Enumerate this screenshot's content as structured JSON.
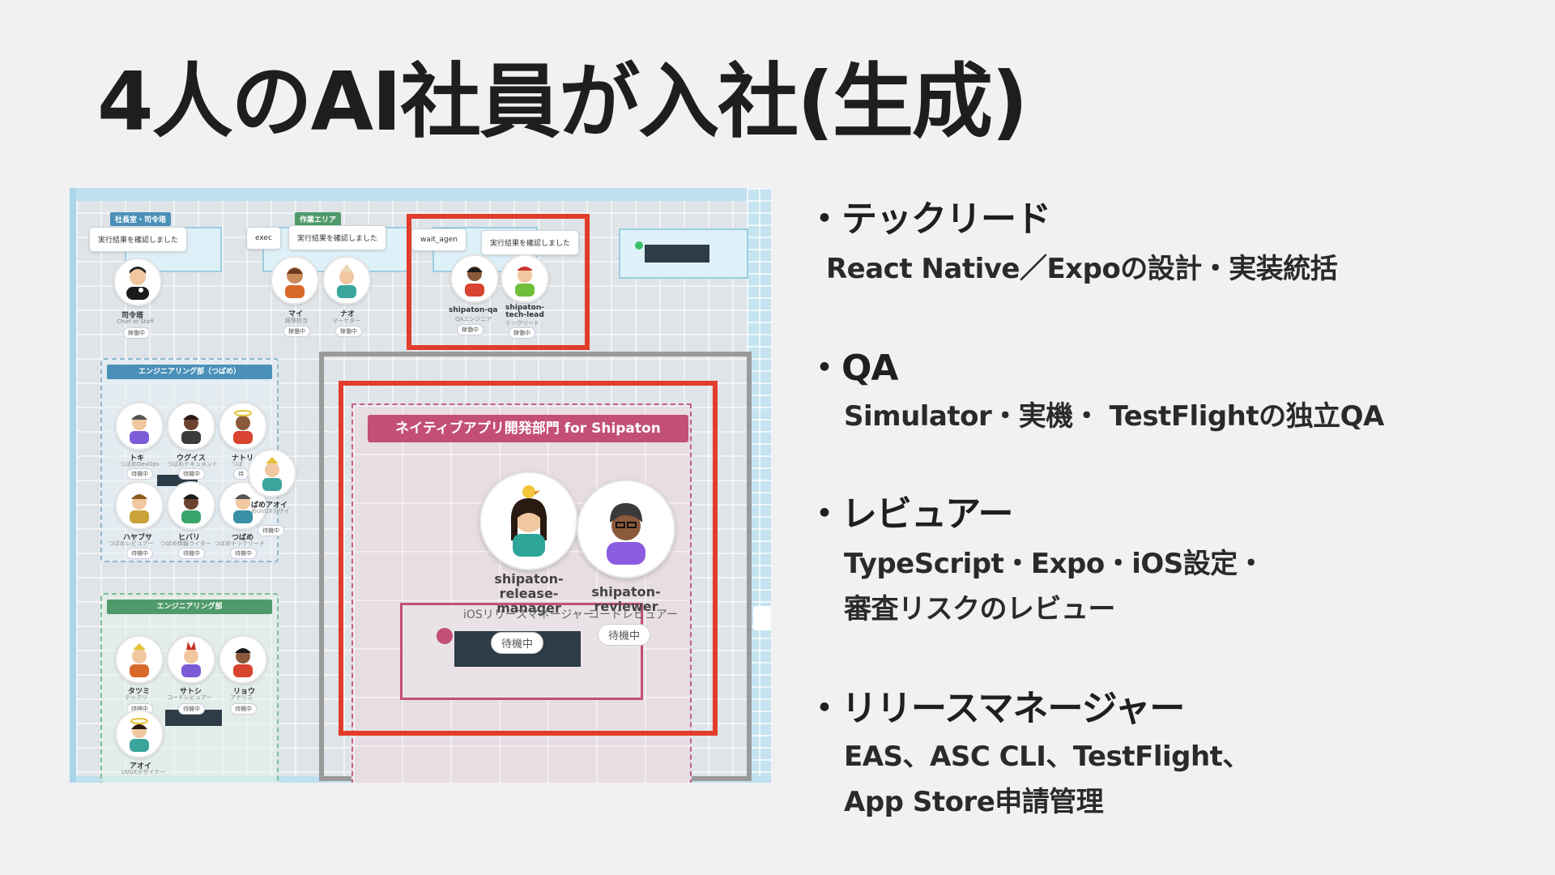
{
  "slide": {
    "title": "4人のAI社員が入社(生成)"
  },
  "screenshot": {
    "rooms": {
      "exec_tag": "社長室・司令塔",
      "work_tag": "作業エリア"
    },
    "bubbles": {
      "b1": "実行結果を確認しました",
      "b2_prefix": "exec",
      "b2": "実行結果を確認しました",
      "b3_prefix": "wait_agen",
      "b3": "実行結果を確認しました"
    },
    "top_agents": [
      {
        "name": "司令塔",
        "role": "Chief of Staff",
        "status": "稼働中"
      },
      {
        "name": "マイ",
        "role": "経理担当",
        "status": "稼働中"
      },
      {
        "name": "ナオ",
        "role": "マーケター",
        "status": "稼働中"
      },
      {
        "name": "shipaton-qa",
        "role": "QAエンジニア",
        "status": "稼働中"
      },
      {
        "name": "shipaton-tech-lead",
        "role": "テックリード",
        "status": "稼働中"
      }
    ],
    "dept1": {
      "title": "エンジニアリング部（つばめ）",
      "members": [
        {
          "name": "トキ",
          "role": "つばめDevOps",
          "status": "待機中"
        },
        {
          "name": "ウグイス",
          "role": "つばめドキュメント",
          "status": "待機中"
        },
        {
          "name": "ナトリ",
          "role": "つば",
          "status": "待"
        },
        {
          "name": "ハヤブサ",
          "role": "つばめレビュアー",
          "status": "待機中"
        },
        {
          "name": "ヒバリ",
          "role": "つばめ情報ライター",
          "status": "待機中"
        },
        {
          "name": "つばめ",
          "role": "つばめテックリード",
          "status": "待機中"
        },
        {
          "name": "ばめアオイ",
          "role": "めUI/UXデザイ",
          "status": "待機中"
        }
      ]
    },
    "dept2": {
      "title": "エンジニアリング部",
      "members": [
        {
          "name": "タツミ",
          "role": "テックリ",
          "status": "待機中"
        },
        {
          "name": "サトシ",
          "role": "コードレビュアー",
          "status": "待機中"
        },
        {
          "name": "リョウ",
          "role": "アナリス",
          "status": "待機中"
        },
        {
          "name": "アオイ",
          "role": "UI/UXデザイナー",
          "status": ""
        }
      ]
    },
    "native_dept": {
      "title": "ネイティブアプリ開発部門 for Shipaton",
      "agents": [
        {
          "name": "shipaton-release-manager",
          "role": "iOSリリースマネージャー",
          "status": "待機中"
        },
        {
          "name": "shipaton-reviewer",
          "role": "コードレビュアー",
          "status": "待機中"
        }
      ]
    }
  },
  "sections": [
    {
      "heading": "・テックリード",
      "lines": [
        "React Native／Expoの設計・実装統括"
      ]
    },
    {
      "heading": "・QA",
      "lines": [
        "Simulator・実機・ TestFlightの独立QA"
      ]
    },
    {
      "heading": "・レビュアー",
      "lines": [
        "TypeScript・Expo・iOS設定・",
        "審査リスクのレビュー"
      ]
    },
    {
      "heading": "・リリースマネージャー",
      "lines": [
        "EAS、ASC CLI、TestFlight、",
        "App Store申請管理"
      ]
    }
  ],
  "colors": {
    "highlight_red": "#e23c2a",
    "frame_grey": "#9a9a9a",
    "dept_pink": "#c34f78",
    "dept_blue": "#4a90b8",
    "dept_green": "#4f9a6a"
  }
}
